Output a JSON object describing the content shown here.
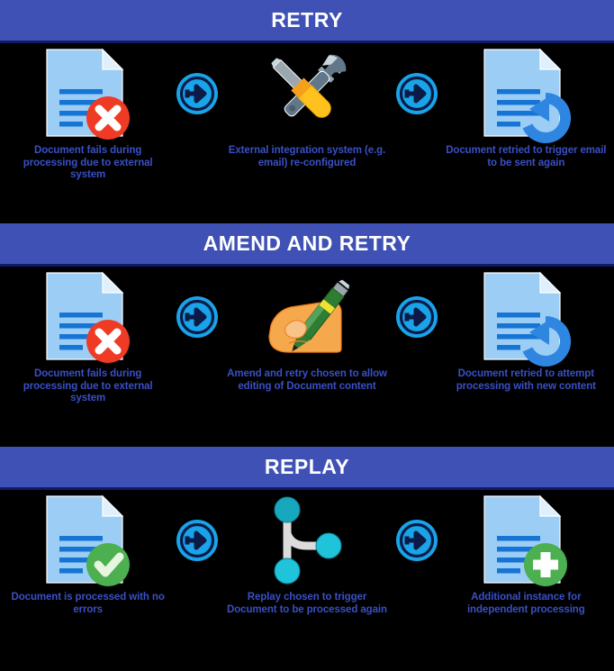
{
  "sections": [
    {
      "id": "retry",
      "title": "RETRY",
      "band_color": "#3f51b5",
      "steps": [
        {
          "icon": "document-error-icon",
          "caption": "Document fails during processing due to external system"
        },
        {
          "icon": "arrow-right-circle-icon",
          "caption": ""
        },
        {
          "icon": "wrench-screwdriver-icon",
          "caption": "External integration system (e.g. email) re-configured"
        },
        {
          "icon": "arrow-right-circle-icon",
          "caption": ""
        },
        {
          "icon": "document-retry-icon",
          "caption": "Document retried to trigger email to be sent again"
        }
      ]
    },
    {
      "id": "amend-and-retry",
      "title": "AMEND AND RETRY",
      "band_color": "#3f51b5",
      "steps": [
        {
          "icon": "document-error-icon",
          "caption": "Document fails during processing due to external system"
        },
        {
          "icon": "arrow-right-circle-icon",
          "caption": ""
        },
        {
          "icon": "hand-writing-pen-icon",
          "caption": "Amend and retry chosen to allow editing of Document content"
        },
        {
          "icon": "arrow-right-circle-icon",
          "caption": ""
        },
        {
          "icon": "document-retry-icon",
          "caption": "Document retried to attempt processing with new content"
        }
      ]
    },
    {
      "id": "replay",
      "title": "REPLAY",
      "band_color": "#3f51b5",
      "steps": [
        {
          "icon": "document-success-icon",
          "caption": "Document is processed with no errors"
        },
        {
          "icon": "arrow-right-circle-icon",
          "caption": ""
        },
        {
          "icon": "branch-replay-icon",
          "caption": "Replay chosen to trigger Document to be processed again"
        },
        {
          "icon": "arrow-right-circle-icon",
          "caption": ""
        },
        {
          "icon": "document-add-icon",
          "caption": "Additional instance for independent processing"
        }
      ]
    }
  ],
  "colors": {
    "background": "#000000",
    "band": "#3f51b5",
    "band_border": "#101a66",
    "band_title": "#ffffff",
    "caption_text": "#3a4fc4",
    "document_body": "#9ccdf5",
    "document_fold": "#d9edfb",
    "document_lines": "#1674d4",
    "error_badge": "#ef3b24",
    "success_badge": "#4caf50",
    "arrow_circle": "#19a3e8",
    "wrench_gray": "#62788a",
    "screwdriver_yellow": "#ffc11e",
    "pen_green": "#2f7d32",
    "hand_orange": "#f5a84c",
    "branch_teal": "#19b6c9"
  }
}
